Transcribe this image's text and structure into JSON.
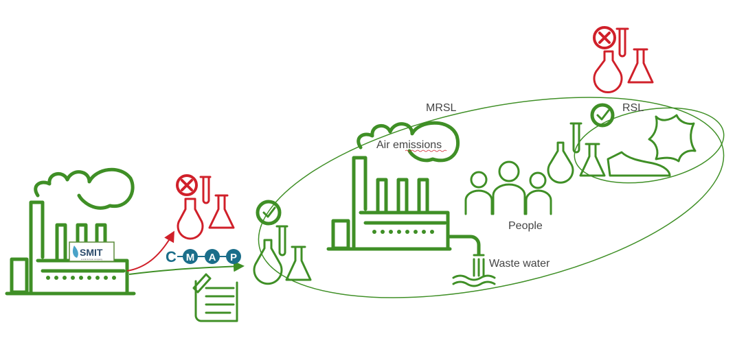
{
  "labels": {
    "mrsl": "MRSL",
    "rsl": "RSL",
    "air_emissions": "Air emissions",
    "people": "People",
    "waste_water": "Waste water"
  },
  "logo": {
    "text": "SMIT",
    "subtitle": "a smit & zoon company"
  },
  "cmap": {
    "letters": [
      "C",
      "M",
      "A",
      "P"
    ]
  },
  "colors": {
    "green": "#3f8f26",
    "red": "#d0202a",
    "cmap_blue": "#1b6e8a"
  }
}
